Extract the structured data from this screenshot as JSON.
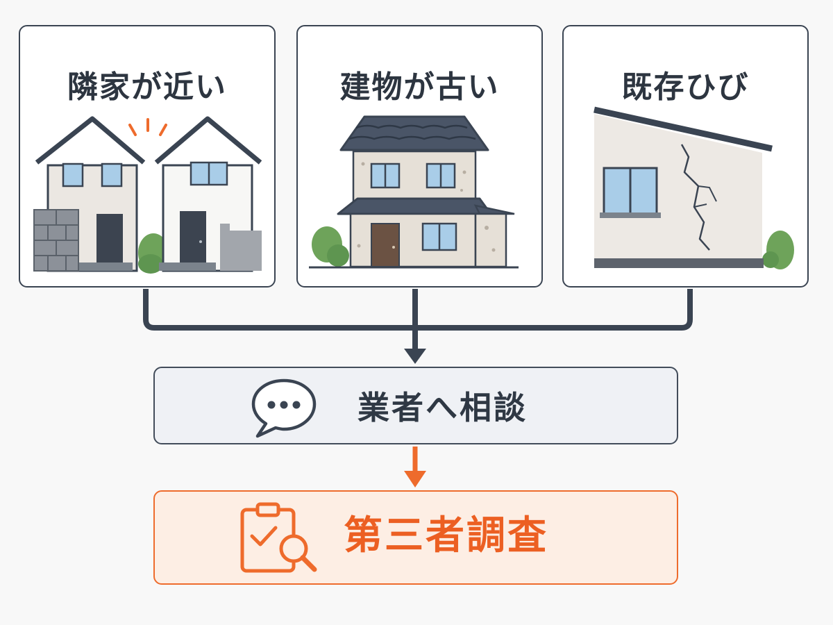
{
  "cards": [
    {
      "title": "隣家が近い",
      "icon": "neighbor-houses-icon"
    },
    {
      "title": "建物が古い",
      "icon": "old-house-icon"
    },
    {
      "title": "既存ひび",
      "icon": "cracked-wall-icon"
    }
  ],
  "steps": {
    "consult": {
      "label": "業者へ相談",
      "icon": "speech-bubble-icon"
    },
    "survey": {
      "label": "第三者調査",
      "icon": "clipboard-search-icon"
    }
  },
  "colors": {
    "dark": "#3a4452",
    "accent": "#ee6b2c",
    "consult_bg": "#eff1f5",
    "survey_bg": "#fdeee4"
  }
}
